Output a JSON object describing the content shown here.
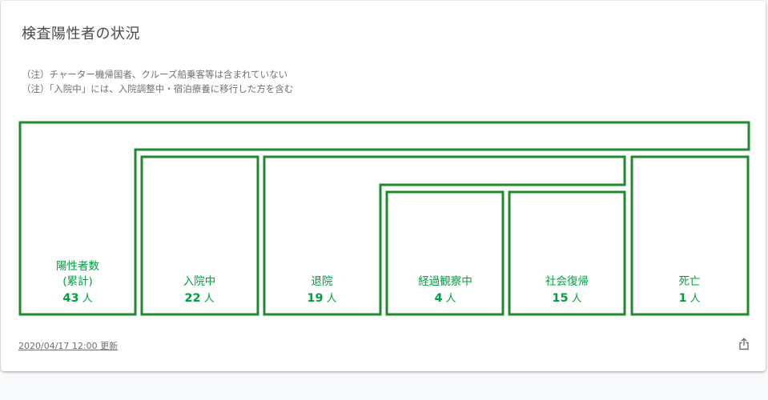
{
  "title": "検査陽性者の状況",
  "notes": [
    "（注）チャーター機帰国者、クルーズ船乗客等は含まれていない",
    "（注）「入院中」には、入院調整中・宿泊療養に移行した方を含む"
  ],
  "unit": "人",
  "diagram": {
    "stroke_color": "#1e8a2e",
    "text_color": "#00a040",
    "boxes": [
      {
        "id": "positive",
        "label_lines": [
          "陽性者数",
          "(累計)"
        ],
        "value": 43
      },
      {
        "id": "hospitalized",
        "label_lines": [
          "入院中"
        ],
        "value": 22
      },
      {
        "id": "discharged",
        "label_lines": [
          "退院"
        ],
        "value": 19
      },
      {
        "id": "observation",
        "label_lines": [
          "経過観察中"
        ],
        "value": 4
      },
      {
        "id": "returned",
        "label_lines": [
          "社会復帰"
        ],
        "value": 15
      },
      {
        "id": "death",
        "label_lines": [
          "死亡"
        ],
        "value": 1
      }
    ]
  },
  "footer": {
    "updated": "2020/04/17 12:00 更新",
    "share_icon": "share-icon"
  }
}
